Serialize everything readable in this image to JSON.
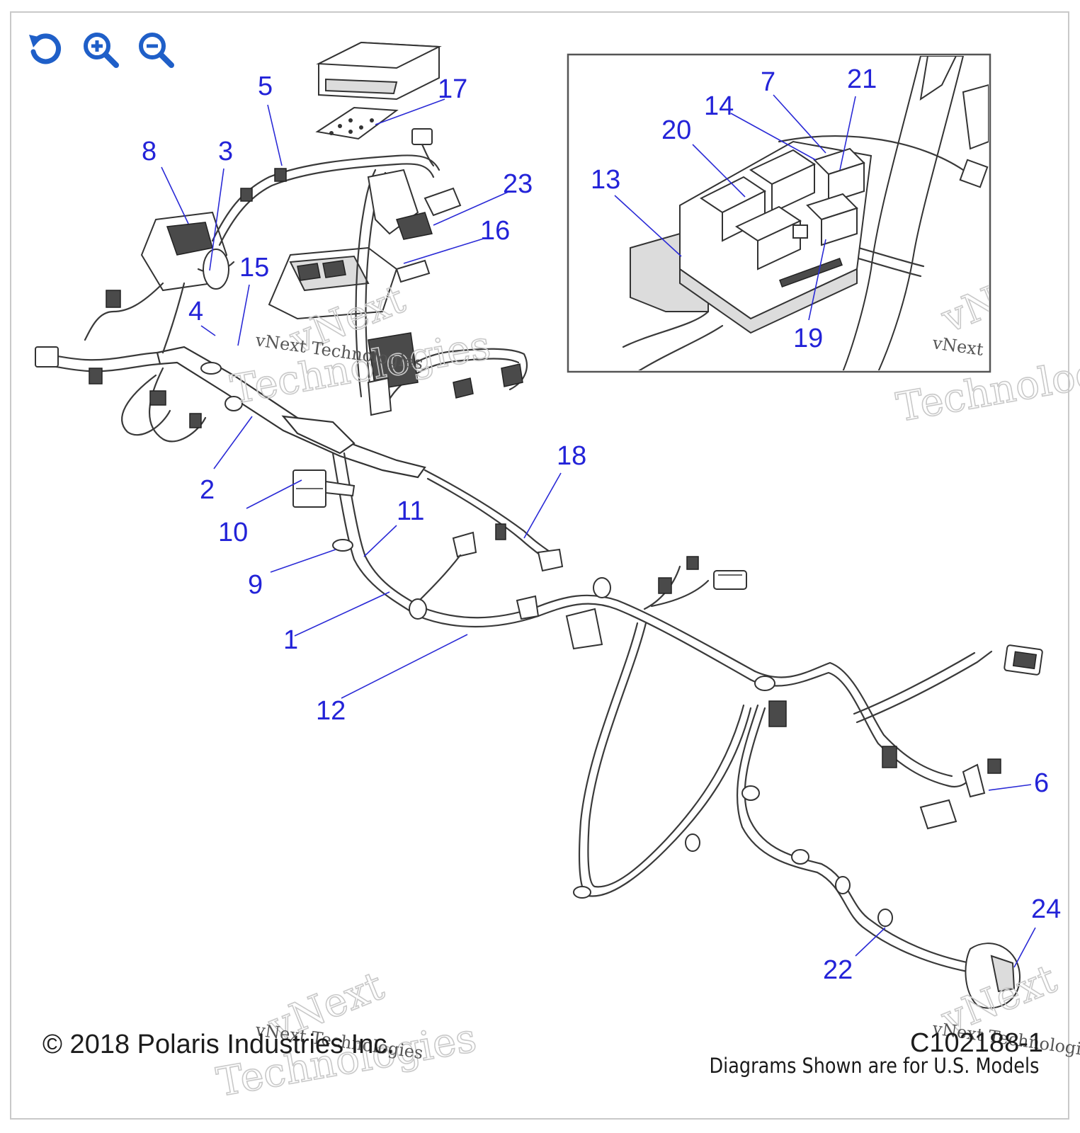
{
  "toolbar": {
    "reset_icon": "rotate-ccw-icon",
    "zoom_in_icon": "zoom-in-icon",
    "zoom_out_icon": "zoom-out-icon",
    "accent_color": "#1f5fc8"
  },
  "callouts": {
    "c1": "1",
    "c2": "2",
    "c3": "3",
    "c4": "4",
    "c5": "5",
    "c6": "6",
    "c7": "7",
    "c8": "8",
    "c9": "9",
    "c10": "10",
    "c11": "11",
    "c12": "12",
    "c13": "13",
    "c14": "14",
    "c15": "15",
    "c16": "16",
    "c17": "17",
    "c18": "18",
    "c19": "19",
    "c20": "20",
    "c21": "21",
    "c22": "22",
    "c23": "23",
    "c24": "24"
  },
  "watermark": {
    "company": "vNext Technologies",
    "word1": "vNext",
    "word2": "Technologies"
  },
  "footer": {
    "copyright": "© 2018 Polaris Industries Inc.",
    "diagram_id": "C102188-1",
    "caption": "Diagrams Shown are for U.S. Models"
  },
  "colors": {
    "callout": "#2323d8",
    "line_art": "#333333",
    "frame": "#c9c9c9"
  }
}
